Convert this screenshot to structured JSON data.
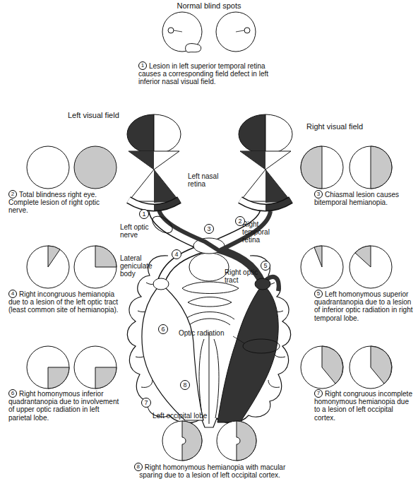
{
  "diagram": {
    "nodes": [
      {
        "text": [
          "1"
        ]
      },
      {
        "text": [
          "2"
        ]
      },
      {
        "text": [
          "3"
        ]
      },
      {
        "text": [
          "4"
        ]
      },
      {
        "text": [
          "5"
        ]
      },
      {
        "text": [
          "6"
        ]
      },
      {
        "text": [
          "7"
        ]
      },
      {
        "text": [
          "8"
        ]
      },
      {
        "text": [
          "1"
        ]
      },
      {
        "text": [
          "2"
        ]
      },
      {
        "text": [
          "3"
        ]
      },
      {
        "text": [
          "4"
        ]
      },
      {
        "text": [
          "5"
        ]
      },
      {
        "text": [
          "6"
        ]
      },
      {
        "text": [
          "7"
        ]
      },
      {
        "text": [
          "8"
        ]
      }
    ],
    "labels": [
      "Normal blind spots",
      "Lesion in left superior temporal retina causes a corresponding field defect in left inferior nasal visual field.",
      "Left visual field",
      "Right visual field",
      "Total blindness right eye. Complete lesion of right optic nerve.",
      "Chiasmal lesion causes bitemporal hemianopia.",
      "Left nasal retina",
      "Left optic nerve",
      "Right temporal retina",
      "Lateral geniculate body",
      "Right optic tract",
      "Right incongruous hemianopia due to a lesion of the left optic tract (least common site of hemianopia).",
      "Left homonymous superior quadrantanopia due to a lesion of inferior optic radiation in right temporal lobe.",
      "Optic radiation",
      "Right homonymous inferior quadrantanopia due to involvement of upper optic radiation in left parietal lobe.",
      "Right congruous incomplete homonymous hemianopia due to a lesion of left occipital cortex.",
      "Left occipital lobe",
      "Right homonymous hemianopia with macular sparing due to a lesion of left occipital cortex."
    ]
  }
}
